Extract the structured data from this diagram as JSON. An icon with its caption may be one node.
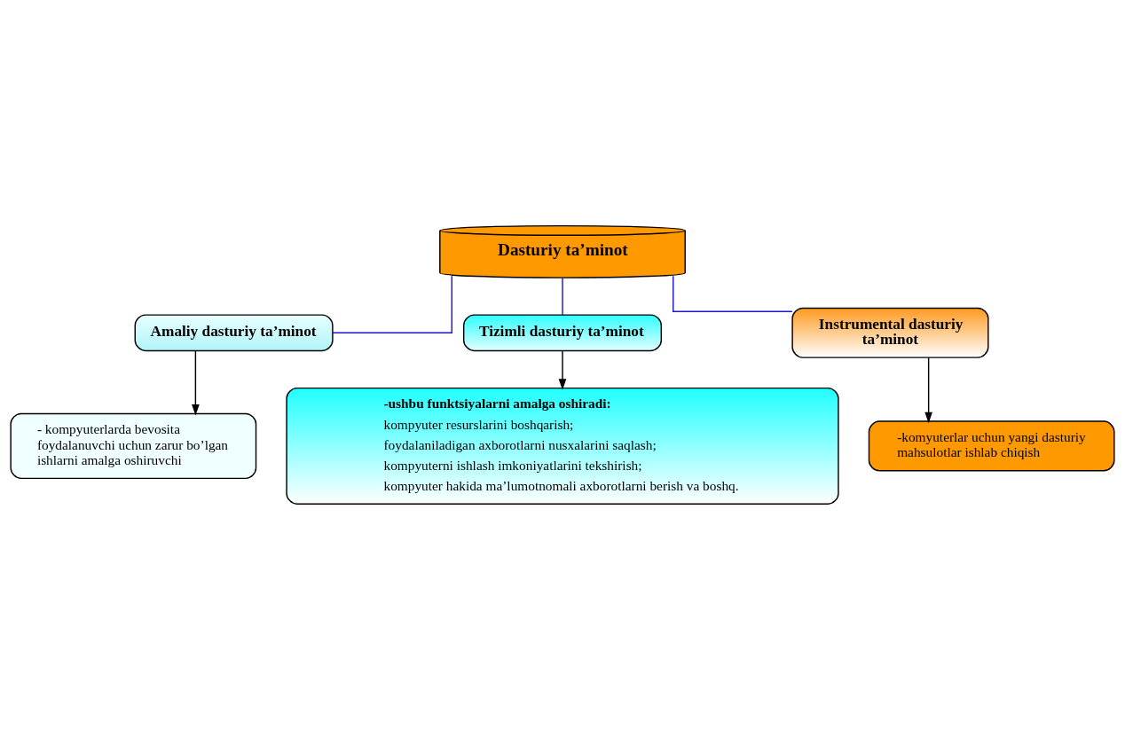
{
  "diagram": {
    "nodes": [
      {
        "text": [
          "Dasturiy ta’minot"
        ]
      },
      {
        "text": [
          "Amaliy dasturiy ta’minot"
        ]
      },
      {
        "text": [
          "Tizimli dasturiy ta’minot"
        ]
      },
      {
        "text": [
          "Instrumental dasturiy ta’minot"
        ]
      },
      {
        "text": [
          "- kompyuterlarda bevosita foydalanuvchi uchun zarur bo’lgan ishlarni amalga oshiruvchi"
        ]
      },
      {
        "text": [
          "-komyuterlar uchun yangi dasturiy mahsulotlar ishlab chiqish"
        ]
      },
      {
        "text": [
          "-ushbu funktsiyalarni amalga oshiradi:",
          "kompyuter resurslarini boshqarish;",
          "foydalaniladigan axborotlarni nusxalarini saqlash;",
          "kompyuterni ishlash imkoniyatlarini tekshirish;",
          "kompyuter hakida ma’lumotnomali axborotlarni berish va boshq."
        ]
      }
    ],
    "edges": [
      {
        "from": 0,
        "to": 1,
        "arrow": "none",
        "color": "#1a1acc"
      },
      {
        "from": 0,
        "to": 2,
        "arrow": "none",
        "color": "#1a1acc"
      },
      {
        "from": 0,
        "to": 3,
        "arrow": "none",
        "color": "#1a1acc"
      },
      {
        "from": 1,
        "to": 4,
        "arrow": "to",
        "color": "#000000"
      },
      {
        "from": 2,
        "to": 6,
        "arrow": "to",
        "color": "#000000"
      },
      {
        "from": 3,
        "to": 5,
        "arrow": "to",
        "color": "#000000"
      }
    ]
  }
}
